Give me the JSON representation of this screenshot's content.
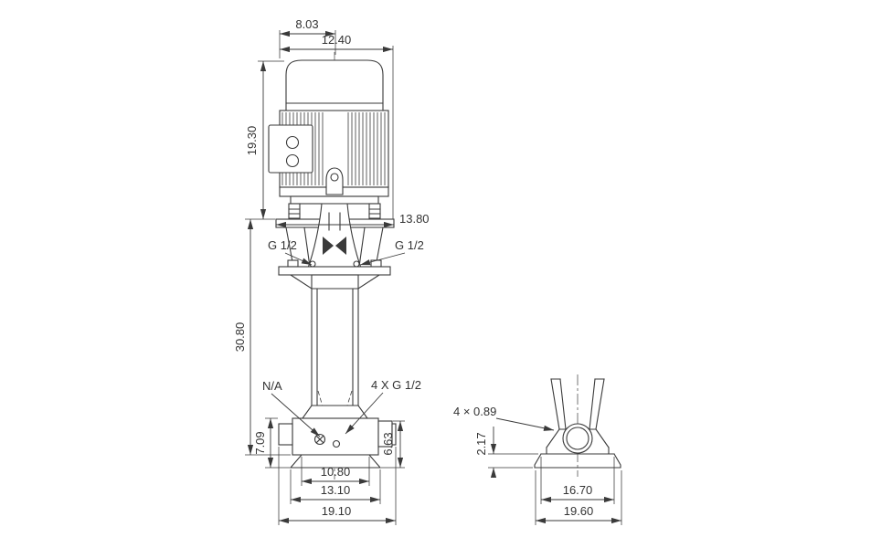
{
  "meta": {
    "background_color": "#ffffff",
    "ink_color": "#3a3a3a",
    "drawing_type": "pump-dimensional-drawing"
  },
  "front_view": {
    "dim_motor_top": "8.03",
    "dim_motor_width": "12.40",
    "dim_motor_height": "19.30",
    "dim_coupling_width": "13.80",
    "label_port_left": "G 1/2",
    "label_port_right": "G 1/2",
    "dim_pump_height": "30.80",
    "label_na": "N/A",
    "label_base_ports": "4 X G 1/2",
    "dim_base_height": "7.09",
    "dim_port_height": "6.63",
    "dim_base_inner": "10.80",
    "dim_base_middle": "13.10",
    "dim_base_outer": "19.10"
  },
  "side_view": {
    "label_bolt_holes": "4 × 0.89",
    "dim_flange_height": "2.17",
    "dim_base_inner": "16.70",
    "dim_base_outer": "19.60"
  }
}
